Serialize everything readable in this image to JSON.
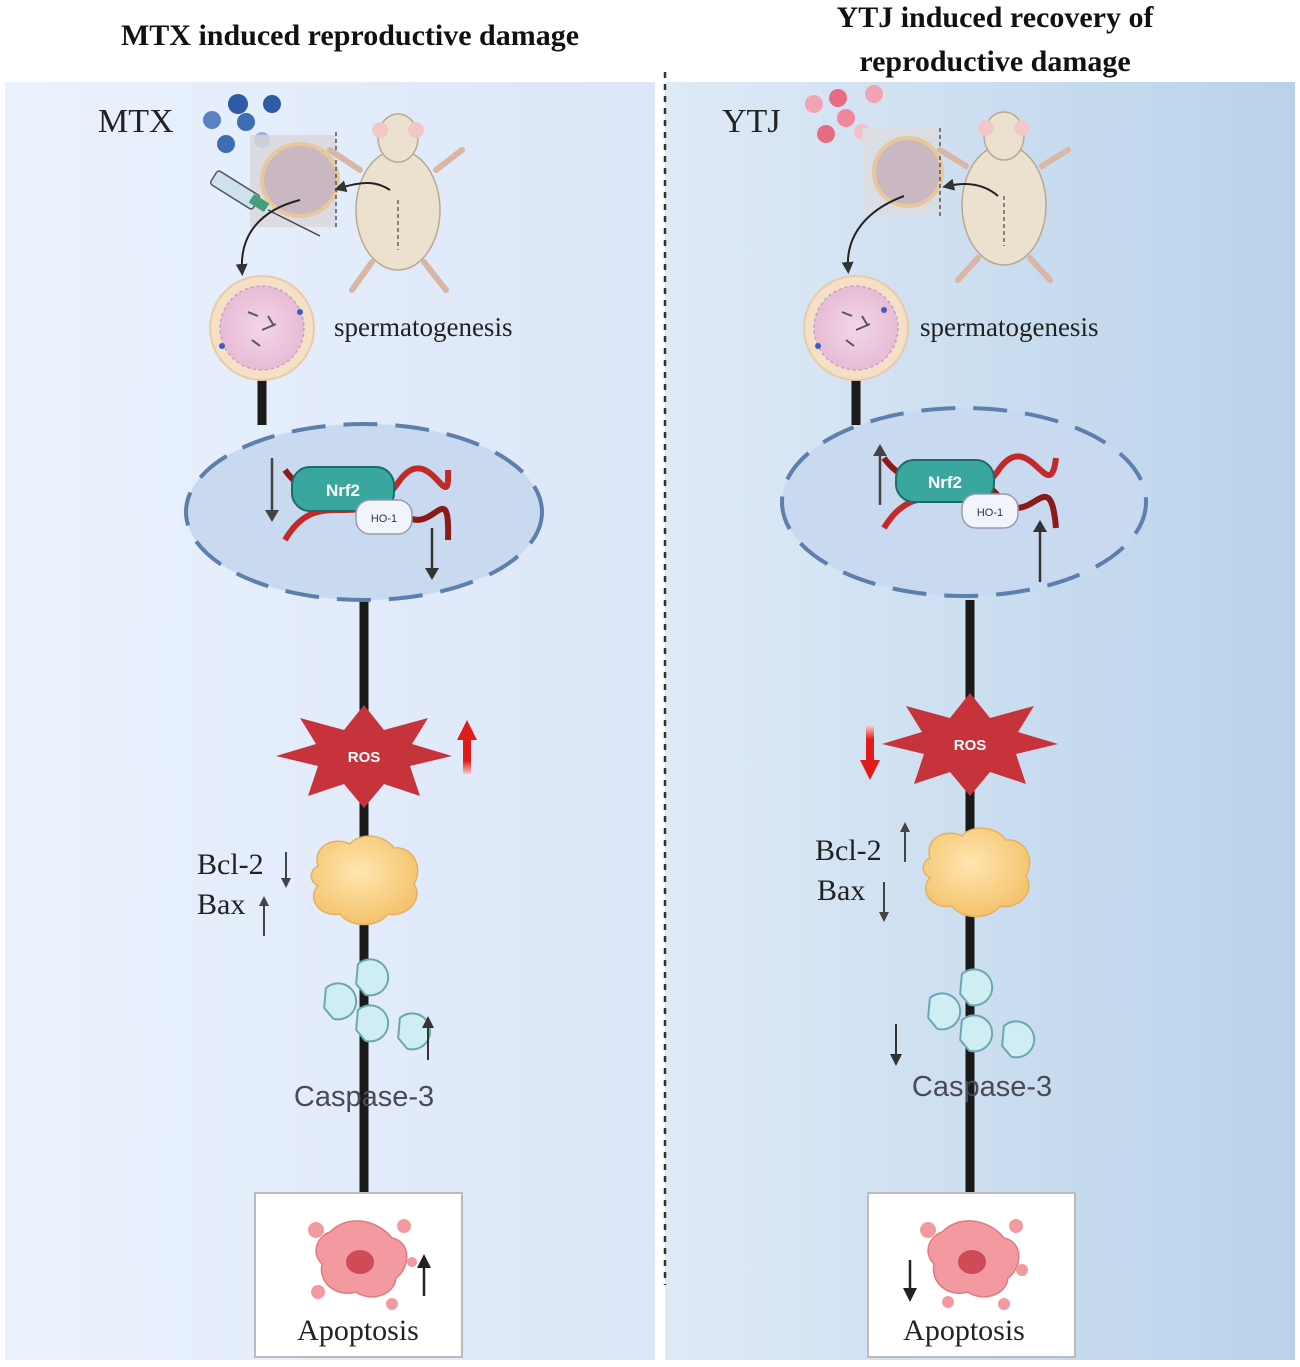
{
  "panels": {
    "left": {
      "title": "MTX induced reproductive damage",
      "drug_label": "MTX",
      "drug_color": "#3d6db3",
      "process_label": "spermatogenesis",
      "nucleus": {
        "protein": "Nrf2",
        "protein_small": "HO-1",
        "direction": "down"
      },
      "ros": {
        "label": "ROS",
        "direction": "up"
      },
      "bcl2": {
        "label": "Bcl-2",
        "direction": "down"
      },
      "bax": {
        "label": "Bax",
        "direction": "up"
      },
      "caspase": {
        "label": "Caspase-3",
        "direction": "up"
      },
      "apoptosis": {
        "label": "Apoptosis",
        "direction": "up"
      }
    },
    "right": {
      "title_line1": "YTJ induced recovery of",
      "title_line2": "reproductive damage",
      "drug_label": "YTJ",
      "drug_color": "#e86b84",
      "process_label": "spermatogenesis",
      "nucleus": {
        "protein": "Nrf2",
        "protein_small": "HO-1",
        "direction": "up"
      },
      "ros": {
        "label": "ROS",
        "direction": "down"
      },
      "bcl2": {
        "label": "Bcl-2",
        "direction": "up"
      },
      "bax": {
        "label": "Bax",
        "direction": "down"
      },
      "caspase": {
        "label": "Caspase-3",
        "direction": "down"
      },
      "apoptosis": {
        "label": "Apoptosis",
        "direction": "down"
      }
    }
  },
  "colors": {
    "ros": "#c6333b",
    "up_arrow_red": "#e01b1b",
    "nrf2": "#3aa79f",
    "pathway_line": "#1a1a1a"
  }
}
